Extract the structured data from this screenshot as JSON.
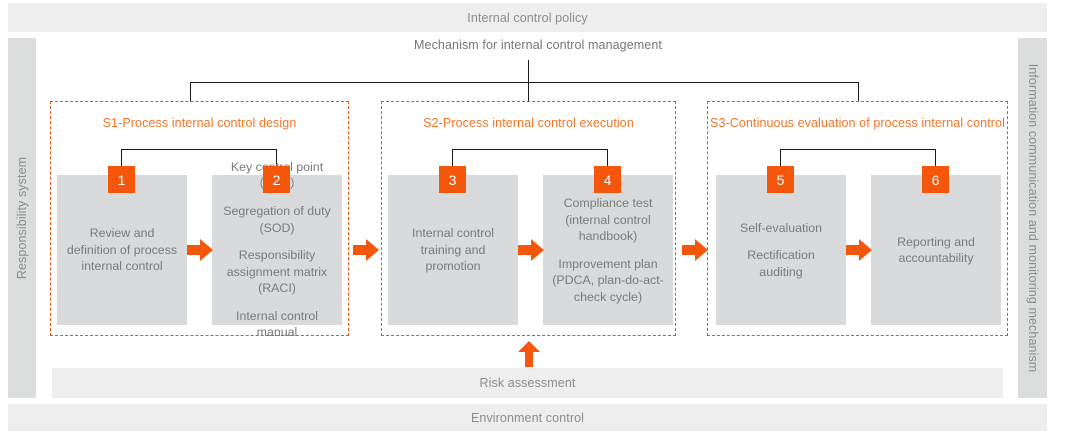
{
  "diagram": {
    "top_band": {
      "label": "Internal control policy"
    },
    "bottom_bands": [
      {
        "label": "Risk assessment"
      },
      {
        "label": "Environment control"
      }
    ],
    "left_band": {
      "label": "Responsibility system"
    },
    "right_band": {
      "label": "Information communication and monitoring mechanism"
    },
    "mechanism_title": "Mechanism for internal control management",
    "colors": {
      "accent_orange": "#f4560c",
      "stage_border": "#e8530e",
      "stage_title": "#f0772a",
      "card_grey": "#d9dadb",
      "band_grey": "#eeeeee",
      "side_band_grey": "#dcdddd",
      "text_grey": "#7a7a7a",
      "connector": "#1a1a1a"
    },
    "stages": [
      {
        "title": "S1-Process internal control design",
        "steps": [
          {
            "number": "1",
            "lines": [
              "Review and\ndefinition of process\ninternal control"
            ]
          },
          {
            "number": "2",
            "lines": [
              "Key control point（KCP）",
              "Segregation of duty\n(SOD)",
              "Responsibility\nassignment matrix\n(RACI)",
              "Internal control manual"
            ]
          }
        ]
      },
      {
        "title": "S2-Process internal control execution",
        "steps": [
          {
            "number": "3",
            "lines": [
              "Internal control\ntraining and\npromotion"
            ]
          },
          {
            "number": "4",
            "lines": [
              "Compliance test\n(internal control\nhandbook)",
              "Improvement plan\n(PDCA, plan-do-act-\ncheck cycle)"
            ]
          }
        ]
      },
      {
        "title": "S3-Continuous evaluation of process internal control",
        "steps": [
          {
            "number": "5",
            "lines": [
              "Self-evaluation",
              "Rectification\nauditing"
            ]
          },
          {
            "number": "6",
            "lines": [
              "Reporting and\naccountability"
            ]
          }
        ]
      }
    ]
  }
}
